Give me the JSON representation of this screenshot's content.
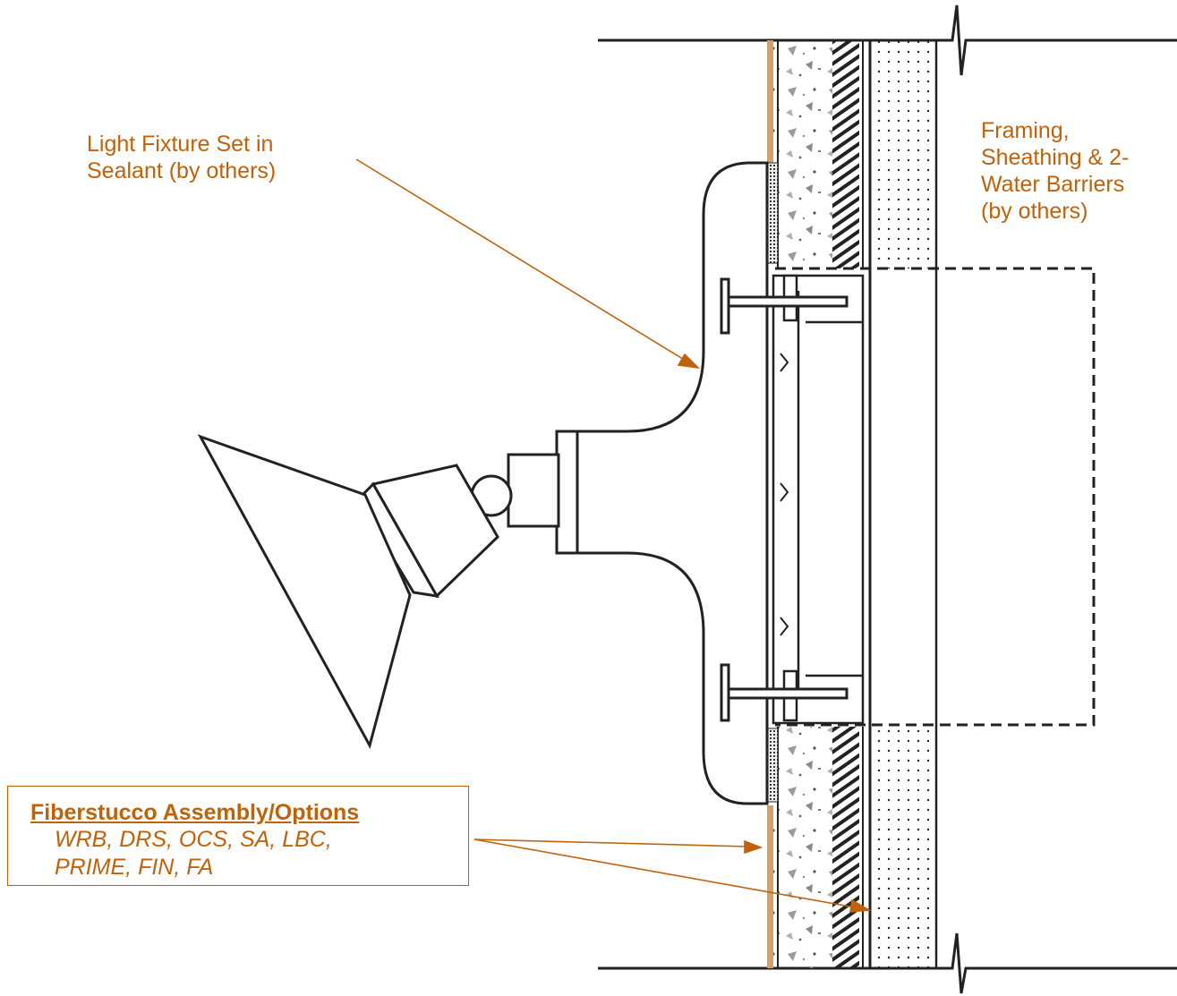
{
  "labels": {
    "fixture_line1": "Light Fixture Set in",
    "fixture_line2": "Sealant (by others)",
    "framing_line1": "Framing,",
    "framing_line2": "Sheathing & 2-",
    "framing_line3": "Water Barriers",
    "framing_line4": "(by others)"
  },
  "options_box": {
    "title": "Fiberstucco Assembly/Options",
    "line1": "WRB, DRS, OCS, SA, LBC,",
    "line2": "PRIME, FIN, FA"
  },
  "colors": {
    "annotation": "#c0620a",
    "finish_coat": "#d9a066",
    "linework": "#222222"
  },
  "icons": {
    "arrow": "arrowhead-icon",
    "break": "break-line-icon"
  }
}
